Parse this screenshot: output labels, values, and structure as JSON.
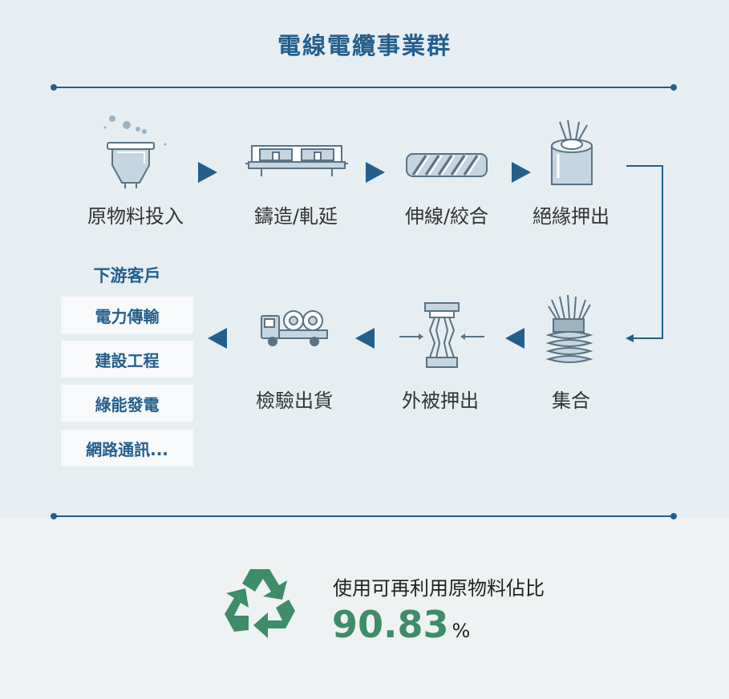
{
  "title": "電線電纜事業群",
  "steps_top": [
    "原物料投入",
    "鑄造/軋延",
    "伸線/絞合",
    "絕緣押出"
  ],
  "steps_bottom": [
    "集合",
    "外被押出",
    "檢驗出貨"
  ],
  "downstream": {
    "title": "下游客戶",
    "items": [
      "電力傳輸",
      "建設工程",
      "綠能發電",
      "網路通訊..."
    ]
  },
  "recycle": {
    "label": "使用可再利用原物料佔比",
    "value": "90.83",
    "unit": "%"
  },
  "colors": {
    "accent": "#235f8d",
    "green": "#3e8c68",
    "panel": "#e6eef2",
    "icon_fill": "#c5d6e2",
    "icon_stroke": "#5a7384"
  }
}
